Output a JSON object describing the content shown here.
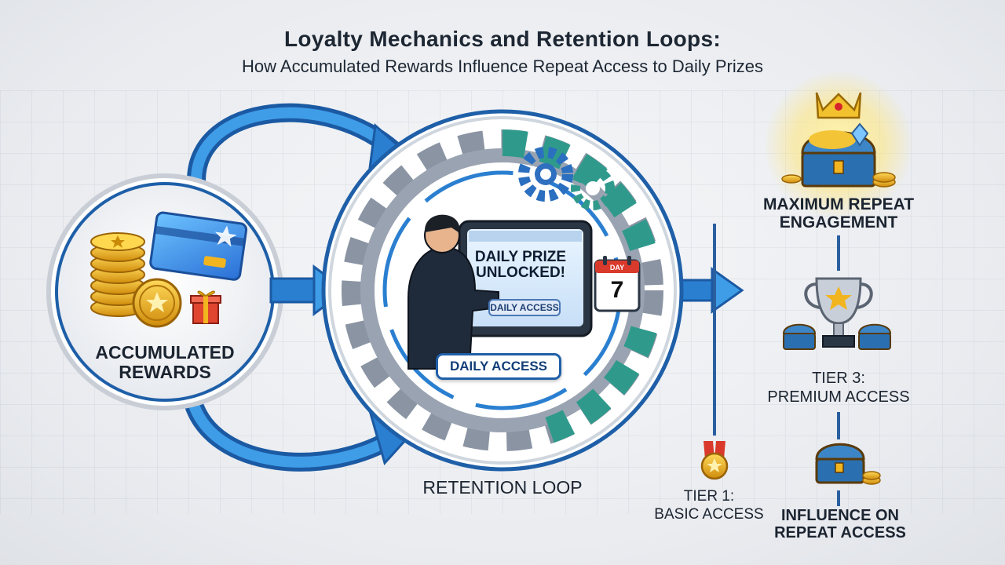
{
  "header": {
    "title": "Loyalty Mechanics and Retention Loops:",
    "subtitle": "How Accumulated Rewards Influence Repeat Access to Daily Prizes"
  },
  "left_node": {
    "label_line1": "ACCUMULATED",
    "label_line2": "REWARDS"
  },
  "center_node": {
    "label": "RETENTION LOOP",
    "screen_line1": "DAILY PRIZE",
    "screen_line2": "UNLOCKED!",
    "screen_button": "DAILY ACCESS",
    "access_badge": "DAILY ACCESS",
    "calendar_label": "DAY",
    "calendar_day": "7"
  },
  "tiers": {
    "top_line1": "MAXIMUM REPEAT",
    "top_line2": "ENGAGEMENT",
    "tier3_line1": "TIER 3:",
    "tier3_line2": "PREMIUM ACCESS",
    "tier1_line1": "TIER 1:",
    "tier1_line2": "BASIC ACCESS",
    "influence_line1": "INFLUENCE ON",
    "influence_line2": "REPEAT ACCESS"
  },
  "colors": {
    "arrow_blue": "#2a7fd0",
    "arrow_dark": "#1b5aa3",
    "gear_teal": "#2f9a8c",
    "gear_gray": "#8a94a3",
    "gold": "#f2b51f",
    "ring_blue": "#1e5fa8"
  },
  "icons": [
    "coin-stack-icon",
    "credit-card-icon",
    "gift-icon",
    "gear-icon",
    "tablet-icon",
    "calendar-icon",
    "crown-icon",
    "treasure-chest-icon",
    "trophy-icon",
    "medal-icon",
    "person-icon"
  ]
}
